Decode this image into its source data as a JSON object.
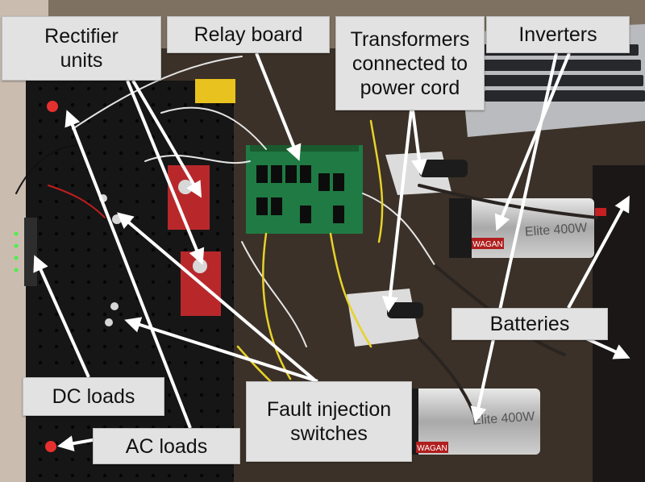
{
  "labels": {
    "rectifier_units": "Rectifier\nunits",
    "relay_board": "Relay board",
    "transformers": "Transformers\nconnected to\npower cord",
    "inverters": "Inverters",
    "batteries": "Batteries",
    "dc_loads": "DC loads",
    "ac_loads": "AC loads",
    "fault_injection_switches": "Fault injection\nswitches"
  },
  "devices": {
    "inverter_brand": "WAGAN",
    "inverter_model": "Elite 400W"
  }
}
